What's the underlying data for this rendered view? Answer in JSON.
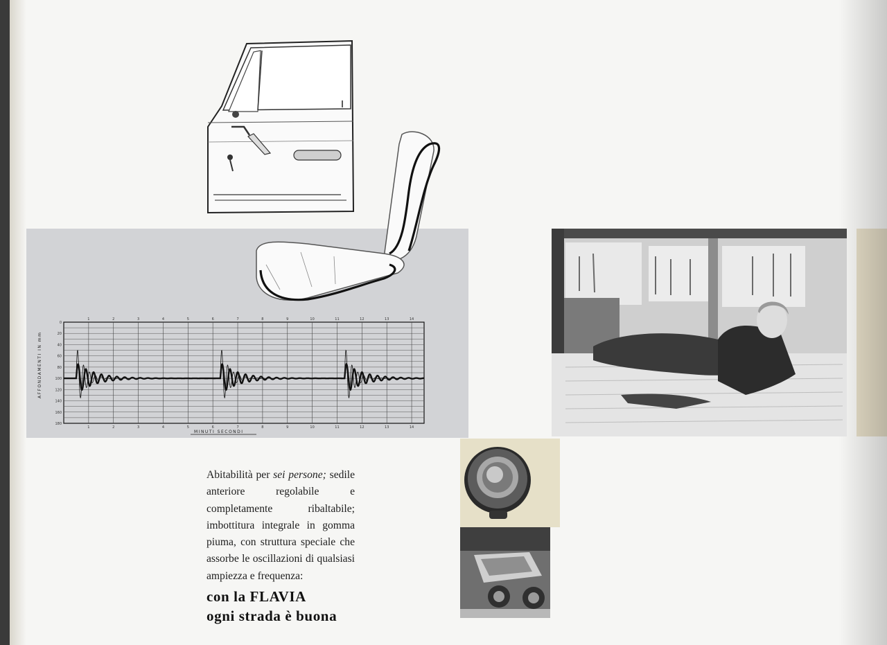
{
  "copy": {
    "intro_before_italic": "Abitabilità per ",
    "intro_italic": "sei persone;",
    "body_text": "sedile anteriore regolabile e completamente ribaltabile; imbottitura integrale in gomma piuma, con struttura speciale che assorbe le oscillazioni di qualsiasi ampiezza e frequenza:",
    "headline_line1": "con la FLAVIA",
    "headline_line2": "ogni strada è buona"
  },
  "colors": {
    "page": "#f6f6f4",
    "grey_panel": "#d2d3d6",
    "beige": "#e6e0c8",
    "ink": "#1d1d1d"
  },
  "images": {
    "door_drawing": "car door line drawing",
    "seat_drawing": "reclined front seat cutaway drawing",
    "interior_photo": "woman lying on folded-flat seats inside car",
    "knob_photo": "round control knob",
    "vent_photo": "dashboard vent controls"
  },
  "chart_data": {
    "type": "line",
    "title": "",
    "xlabel": "MINUTI  SECONDI",
    "ylabel": "AFFONDAMENTI  IN  mm",
    "x_ticks": [
      "1",
      "2",
      "3",
      "4",
      "5",
      "6",
      "7",
      "8",
      "9",
      "10",
      "11",
      "12",
      "13",
      "14"
    ],
    "y_ticks": [
      "0",
      "20",
      "40",
      "60",
      "80",
      "100",
      "120",
      "140",
      "160",
      "180"
    ],
    "xlim": [
      0,
      14.5
    ],
    "ylim": [
      180,
      0
    ],
    "baseline_mm": 100,
    "bumps_at_x": [
      0.5,
      6.3,
      11.3
    ],
    "grid": true,
    "series": [
      {
        "style": "thin",
        "peak_amplitude_mm": 60,
        "decay": 0.32
      },
      {
        "style": "bold",
        "peak_amplitude_mm": 28,
        "decay": 0.75
      }
    ]
  }
}
